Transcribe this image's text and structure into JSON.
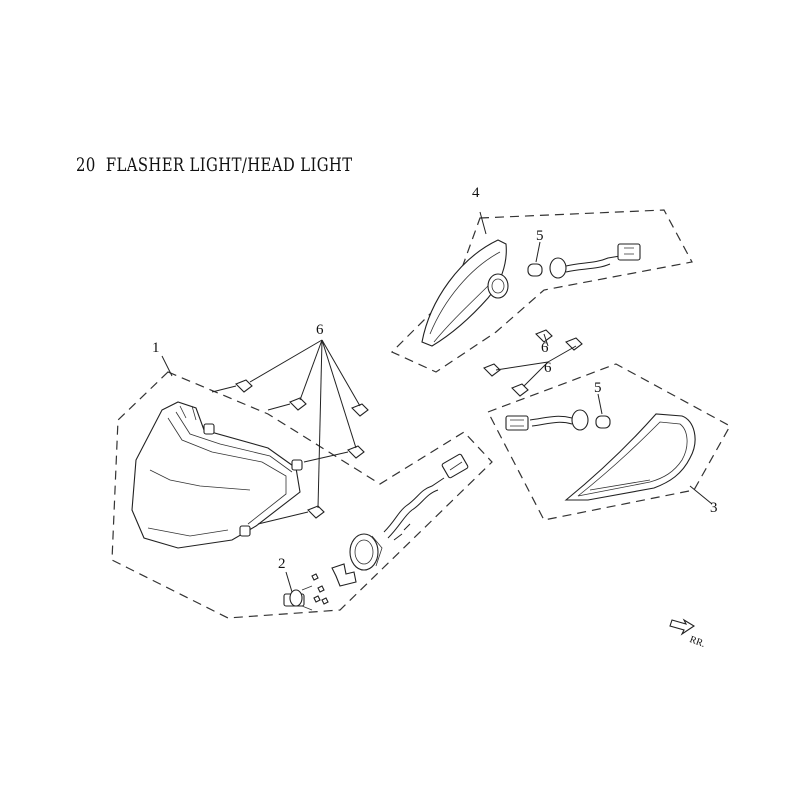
{
  "header": {
    "title": "20  FLASHER LIGHT/HEAD LIGHT"
  },
  "callouts": {
    "c1": "1",
    "c2": "2",
    "c3": "3",
    "c4": "4",
    "c5a": "5",
    "c5b": "5",
    "c6a": "6",
    "c6b": "6",
    "c6c": "6"
  },
  "orientation": {
    "label": "RR."
  }
}
